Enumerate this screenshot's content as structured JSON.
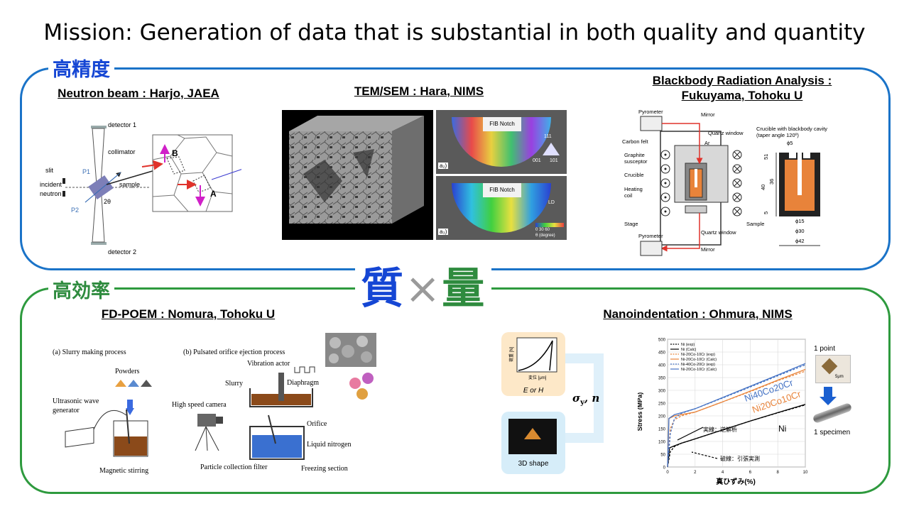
{
  "title": "Mission: Generation of data that is substantial in both quality and quantity",
  "top_tag": "高精度",
  "bottom_tag": "高効率",
  "center": {
    "q": "質",
    "x": "×",
    "r": "量"
  },
  "colors": {
    "blue": "#1a73c8",
    "green": "#2e9a3e",
    "tag_blue": "#1546d4",
    "tag_green": "#2e8b3e",
    "red": "#e0322b",
    "orange": "#e8833a"
  },
  "neutron": {
    "heading": "Neutron beam : Harjo, JAEA",
    "labels": {
      "detector1": "detector 1",
      "detector2": "detector 2",
      "collimator": "collimator",
      "slit": "slit",
      "incident": "incident",
      "neutron": "neutron",
      "sample": "sample",
      "p1": "P1",
      "p2": "P2",
      "two_theta": "2θ",
      "B": "B",
      "A": "A"
    }
  },
  "tem": {
    "heading": "TEM/SEM : Hara, NIMS",
    "labels": {
      "fib1": "FIB Notch",
      "fib2": "FIB Notch",
      "a2": "a₂)",
      "a3": "a₃)",
      "c111": "111",
      "c001": "001",
      "c101": "101",
      "ld": "LD",
      "scale": "0  30  60",
      "theta": "θ (degree)"
    }
  },
  "blackbody": {
    "heading_line1": "Blackbody Radiation Analysis :",
    "heading_line2": "Fukuyama, Tohoku U",
    "labels": {
      "pyrometer_top": "Pyrometer",
      "mirror_top": "Mirror",
      "quartz_top": "Quartz window",
      "carbon_felt": "Carbon felt",
      "ar": "Ar",
      "graphite": "Graphite",
      "susceptor": "susceptor",
      "crucible": "Crucible",
      "heating": "Heating",
      "coil": "coil",
      "stage": "Stage",
      "pyrometer_bottom": "Pyrometer",
      "quartz_bottom": "Quartz window",
      "mirror_bottom": "Mirror",
      "cav1": "Crucible with blackbody cavity",
      "cav2": "(taper angle 120º)",
      "phi5": "ϕ5",
      "sample": "Sample",
      "phi15": "ϕ15",
      "phi30": "ϕ30",
      "phi42": "ϕ42",
      "d51": "51",
      "d36": "36",
      "d40": "40",
      "d5": "5"
    }
  },
  "fdpoem": {
    "heading": "FD-POEM : Nomura, Tohoku U",
    "labels": {
      "a": "(a)  Slurry making process",
      "powders": "Powders",
      "ultrasonic1": "Ultrasonic wave",
      "ultrasonic2": "generator",
      "magnetic": "Magnetic stirring",
      "b": "(b)  Pulsated orifice ejection process",
      "vibration": "Vibration actor",
      "slurry": "Slurry",
      "diaphragm": "Diaphragm",
      "camera": "High speed camera",
      "orifice": "Orifice",
      "ln2": "Liquid nitrogen",
      "filter": "Particle collection filter",
      "freezing": "Freezing section"
    }
  },
  "nano": {
    "heading": "Nanoindentation : Ohmura, NIMS",
    "labels": {
      "eorh": "E or H",
      "shape": "3D shape",
      "sigma": "σ",
      "sigma_sub": "y",
      "n": ", n",
      "load_axis": "荷重 [N]",
      "disp_axis": "変位 [μm]",
      "one_point": "1 point",
      "one_specimen": "1 specimen",
      "scale": "5μm"
    }
  },
  "chart_data": {
    "type": "line",
    "xlabel": "真ひずみ(%)",
    "ylabel": "Stress  (MPa)",
    "xlim": [
      0,
      10
    ],
    "ylim": [
      0,
      500
    ],
    "x_ticks": [
      0,
      2,
      4,
      6,
      8,
      10
    ],
    "y_ticks": [
      0,
      50,
      100,
      150,
      200,
      250,
      300,
      350,
      400,
      450,
      500
    ],
    "grid": true,
    "legend_position": "top-left",
    "series": [
      {
        "name": "Ni (exp)",
        "color": "#000000",
        "dash": true,
        "x": [
          0,
          0.2,
          0.5,
          1,
          2,
          4,
          6,
          8,
          10
        ],
        "y": [
          0,
          60,
          80,
          93,
          110,
          145,
          180,
          212,
          243
        ]
      },
      {
        "name": "Ni (Calc)",
        "color": "#000000",
        "dash": false,
        "x": [
          0,
          0.15,
          0.5,
          1,
          2,
          4,
          6,
          8,
          10
        ],
        "y": [
          0,
          75,
          83,
          93,
          110,
          145,
          180,
          213,
          245
        ]
      },
      {
        "name": "Ni-20Co-10Cr (exp)",
        "color": "#e8833a",
        "dash": true,
        "x": [
          0,
          0.2,
          0.5,
          1,
          2,
          4,
          6,
          8,
          10
        ],
        "y": [
          0,
          150,
          185,
          200,
          215,
          255,
          295,
          338,
          375
        ]
      },
      {
        "name": "Ni-20Co-10Cr (Calc)",
        "color": "#e8833a",
        "dash": false,
        "x": [
          0,
          0.1,
          0.5,
          1,
          2,
          4,
          6,
          8,
          10
        ],
        "y": [
          0,
          190,
          200,
          205,
          215,
          255,
          297,
          340,
          382
        ]
      },
      {
        "name": "Ni-40Co-20Cr (exp)",
        "color": "#4472c4",
        "dash": true,
        "x": [
          0,
          0.2,
          0.5,
          1,
          2,
          4,
          6,
          8,
          10
        ],
        "y": [
          0,
          130,
          190,
          210,
          228,
          270,
          313,
          357,
          400
        ]
      },
      {
        "name": "Ni-20Co-10Cr (Calc)",
        "color": "#4472c4",
        "dash": false,
        "x": [
          0,
          0.1,
          0.5,
          1,
          2,
          4,
          6,
          8,
          10
        ],
        "y": [
          0,
          190,
          205,
          212,
          228,
          272,
          316,
          360,
          405
        ]
      }
    ],
    "annotations": {
      "ni40": "Ni40Co20Cr",
      "ni20": "Ni20Co10Cr",
      "ni": "Ni",
      "solid": "実線：逆解析",
      "dashed": "破線：引張実測"
    }
  }
}
